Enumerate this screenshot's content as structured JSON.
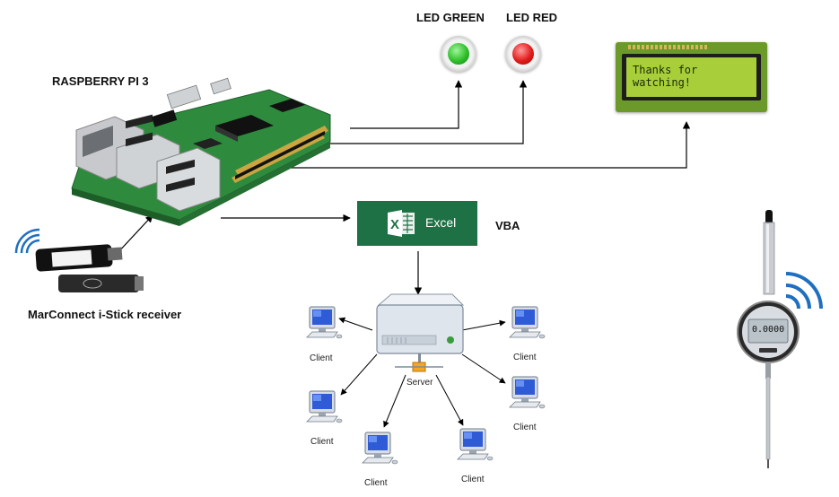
{
  "labels": {
    "led_green": "LED GREEN",
    "led_red": "LED RED",
    "raspberry": "RASPBERRY PI 3",
    "vba": "VBA",
    "istick": "MarConnect i-Stick receiver",
    "server": "Server",
    "client": "Client"
  },
  "excel": {
    "title": "Excel"
  },
  "lcd": {
    "line1": "Thanks for",
    "line2": "watching!"
  },
  "gauge": {
    "reading": "0.0000"
  },
  "colors": {
    "led_green": "#2fbf2a",
    "led_red": "#e11b1b",
    "excel_green": "#1e7145",
    "lcd_screen": "#a8cf3a",
    "pcb_green": "#2e8b3e",
    "signal_blue": "#1f6fc0"
  },
  "icons": [
    "raspberry-pi-board",
    "usb-stick-icon",
    "excel-logo",
    "server-icon",
    "client-computer-icon",
    "wireless-signal-icon",
    "digital-dial-gauge"
  ]
}
